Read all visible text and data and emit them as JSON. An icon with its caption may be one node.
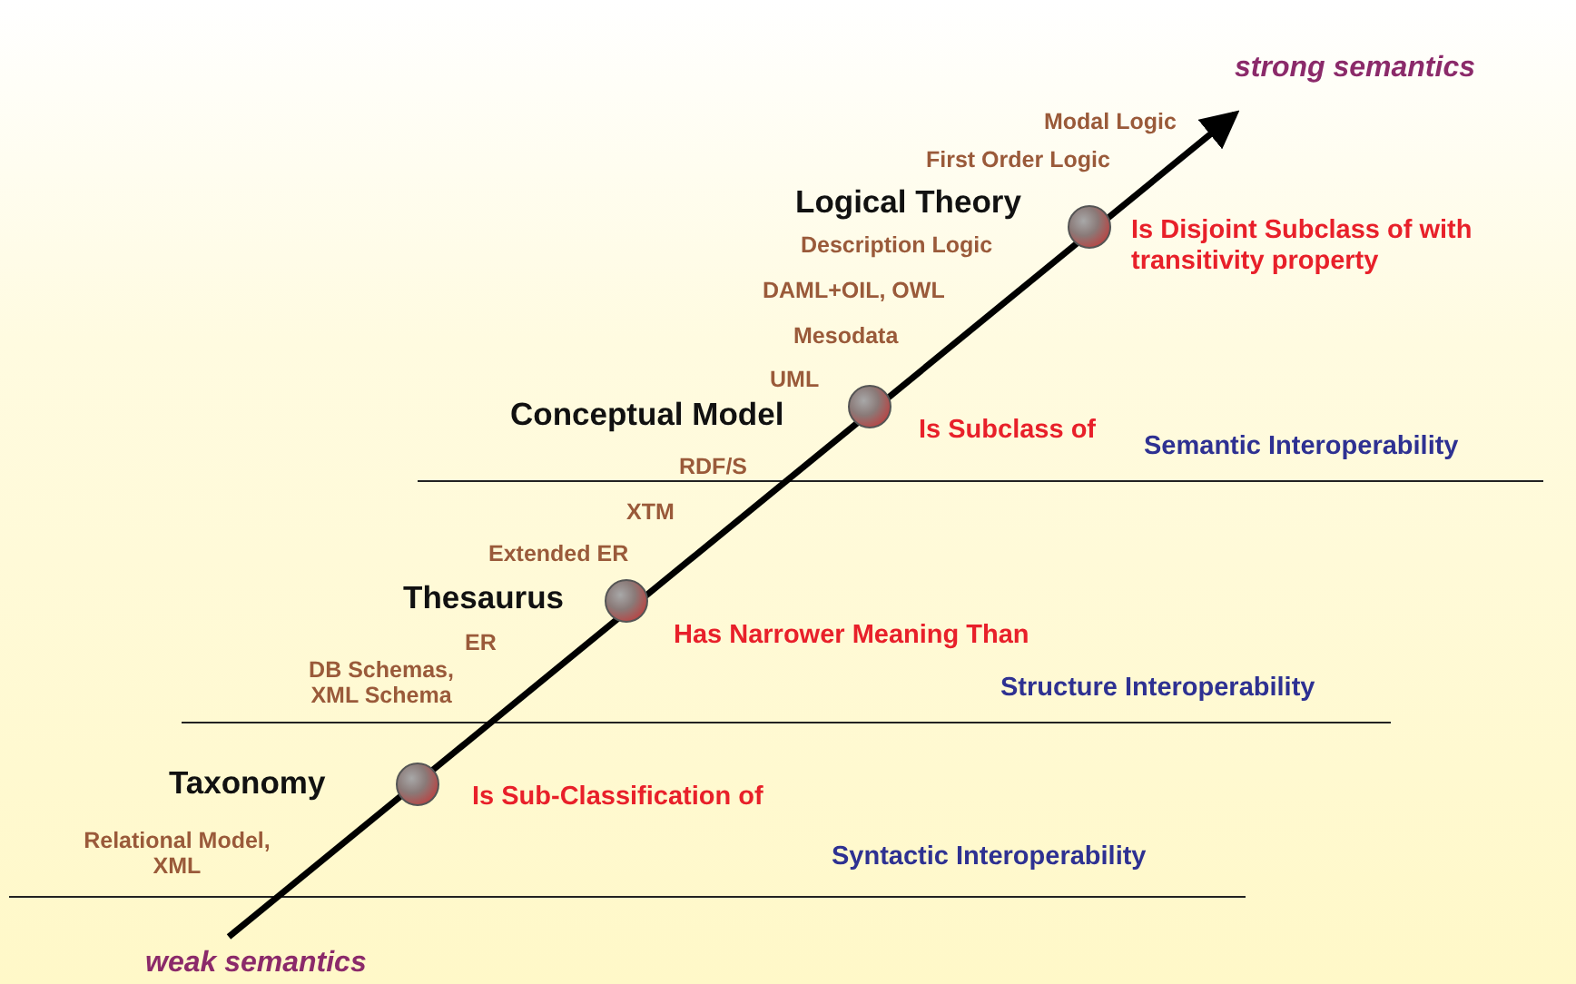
{
  "diagram": {
    "nodes": [
      {
        "text": [],
        "shape": "circle",
        "beside": [
          "Logical Theory",
          "Is Disjoint Subclass of with transitivity property"
        ]
      },
      {
        "text": [],
        "shape": "circle",
        "beside": [
          "Conceptual Model",
          "Is Subclass of"
        ]
      },
      {
        "text": [],
        "shape": "circle",
        "beside": [
          "Thesaurus",
          "Has Narrower Meaning Than"
        ]
      },
      {
        "text": [],
        "shape": "circle",
        "beside": [
          "Taxonomy",
          "Is Sub-Classification of"
        ]
      }
    ],
    "labels": [
      "strong semantics",
      "Modal Logic",
      "First Order Logic",
      "Description Logic",
      "DAML+OIL, OWL",
      "Mesodata",
      "UML",
      "RDF/S",
      "Semantic Interoperability",
      "XTM",
      "Extended ER",
      "ER",
      "DB Schemas, XML Schema",
      "Structure Interoperability",
      "Relational Model, XML",
      "Syntactic Interoperability",
      "weak semantics"
    ]
  }
}
